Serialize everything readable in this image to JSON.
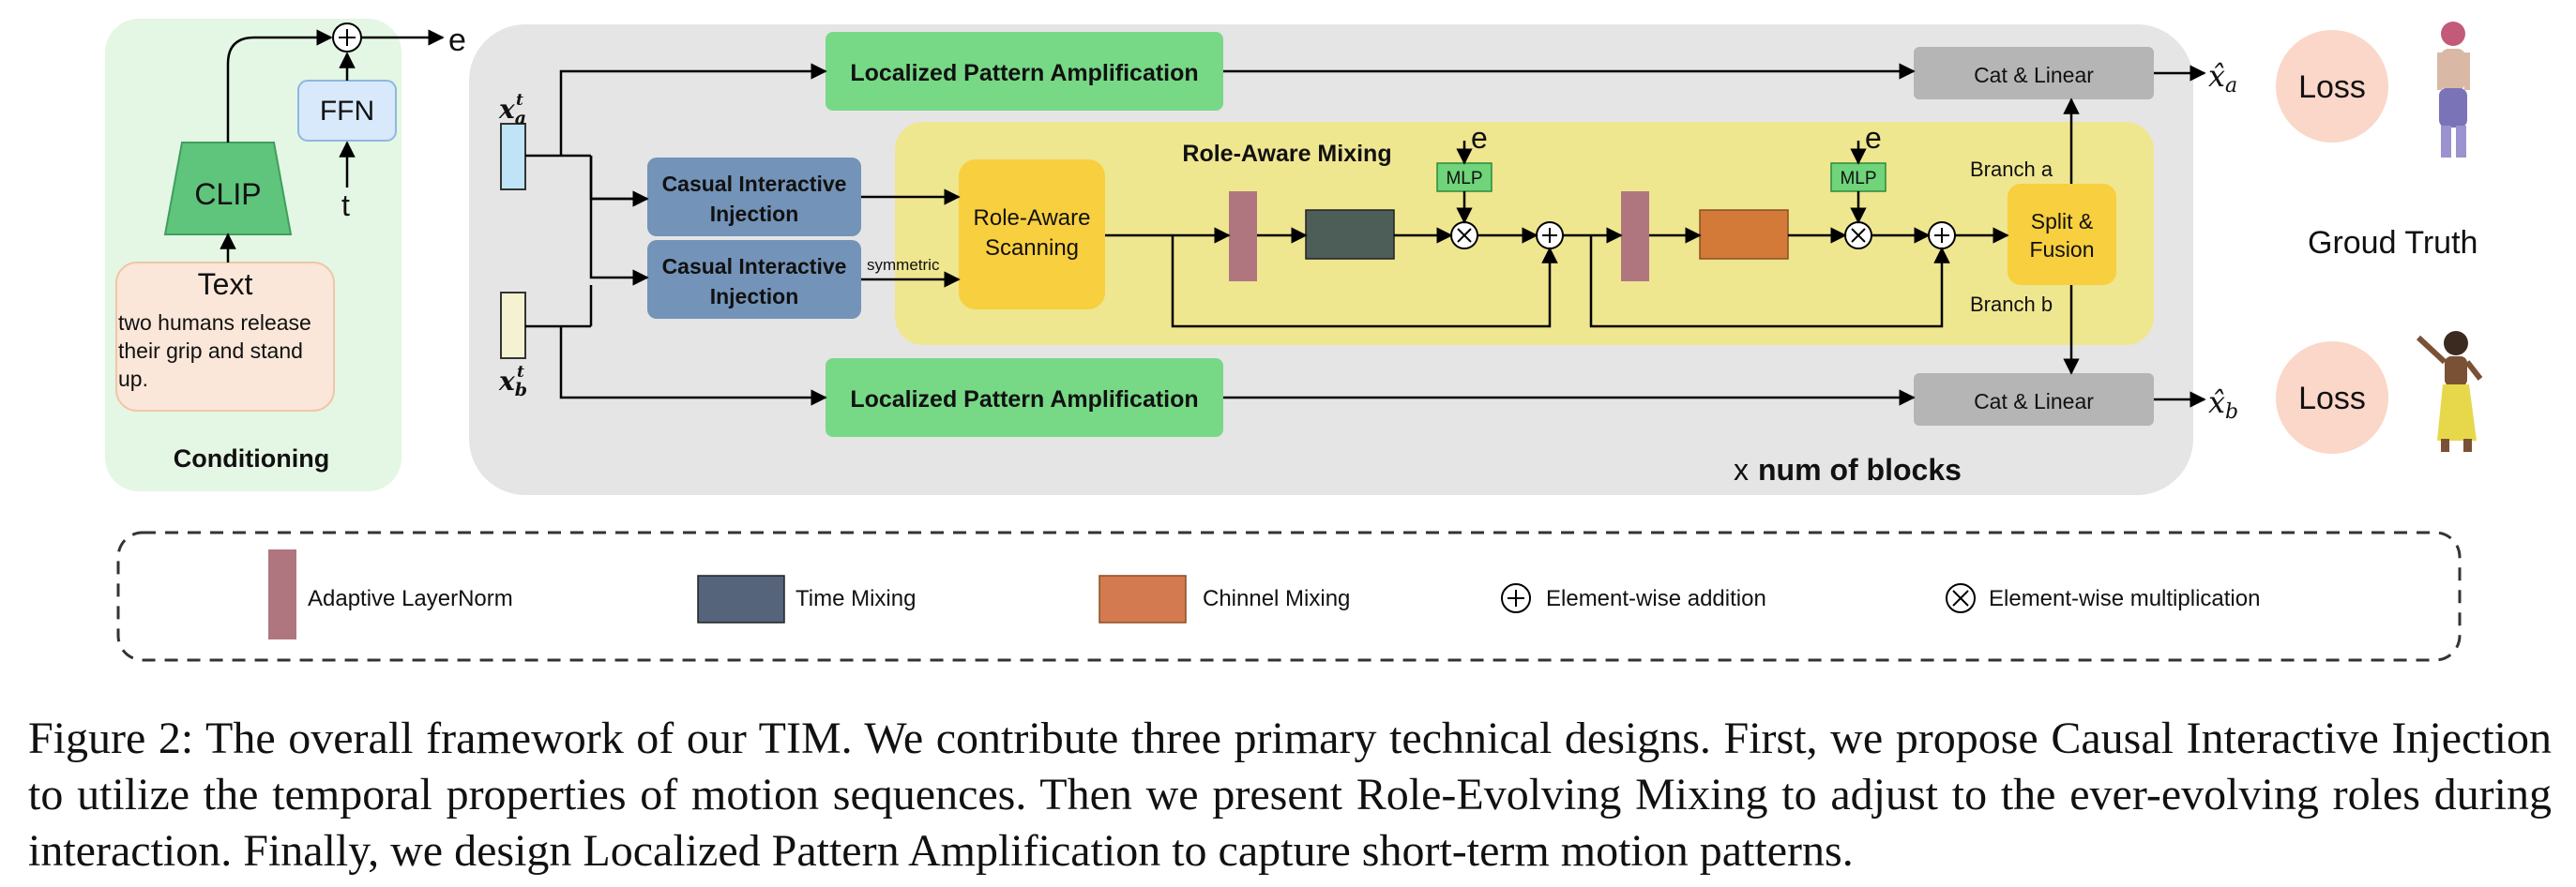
{
  "conditioning": {
    "title": "Conditioning",
    "clip_label": "CLIP",
    "ffn_label": "FFN",
    "t_label": "t",
    "e_label": "e",
    "text_title": "Text",
    "text_lines": [
      "two humans release",
      "their grip and stand",
      "up."
    ]
  },
  "inputs": {
    "xa_base": "x",
    "xa_sub": "a",
    "xa_sup": "t",
    "xb_base": "x",
    "xb_sub": "b",
    "xb_sup": "t"
  },
  "blocks": {
    "lpa_top": "Localized Pattern Amplification",
    "lpa_bottom": "Localized Pattern Amplification",
    "cii_top": [
      "Casual Interactive",
      "Injection"
    ],
    "cii_bottom": [
      "Casual Interactive",
      "Injection"
    ],
    "symmetric": "symmetric",
    "ram_title": "Role-Aware Mixing",
    "ras": [
      "Role-Aware",
      "Scanning"
    ],
    "mlp1": "MLP",
    "mlp2": "MLP",
    "e1": "e",
    "e2": "e",
    "split": [
      "Split &",
      "Fusion"
    ],
    "branch_a": "Branch a",
    "branch_b": "Branch b",
    "cat_top": "Cat & Linear",
    "cat_bottom": "Cat & Linear",
    "num_blocks_x": "x",
    "num_blocks": "num of blocks"
  },
  "outputs": {
    "xa_hat": "x̂",
    "xa_sub": "a",
    "xb_hat": "x̂",
    "xb_sub": "b",
    "loss_top": "Loss",
    "loss_bottom": "Loss",
    "ground_truth": "Groud Truth"
  },
  "legend": {
    "adaptive_layernorm": "Adaptive LayerNorm",
    "time_mixing": "Time Mixing",
    "channel_mixing": "Chinnel Mixing",
    "addition": "Element-wise addition",
    "multiplication": "Element-wise multiplication"
  },
  "colors": {
    "conditioning_bg": "#e4f6e4",
    "main_bg": "#e5e5e5",
    "lpa_green": "#77d886",
    "cii_blue": "#7393b8",
    "ram_yellow": "#efe690",
    "ras_orange": "#f8cf3e",
    "layernorm": "#b07680",
    "time_mixing": "#4d5d58",
    "channel_mixing": "#d37a38",
    "cat_gray": "#b5b5b5",
    "loss_pink": "#fad7c9",
    "text_box": "#fbe7d9"
  },
  "caption": "Figure 2: The overall framework of our TIM. We contribute three primary technical designs. First, we propose Causal Interactive Injection to utilize the temporal properties of motion sequences. Then we present Role-Evolving Mixing to adjust to the ever-evolving roles during interaction. Finally, we design Localized Pattern Amplification to capture short-term motion patterns."
}
